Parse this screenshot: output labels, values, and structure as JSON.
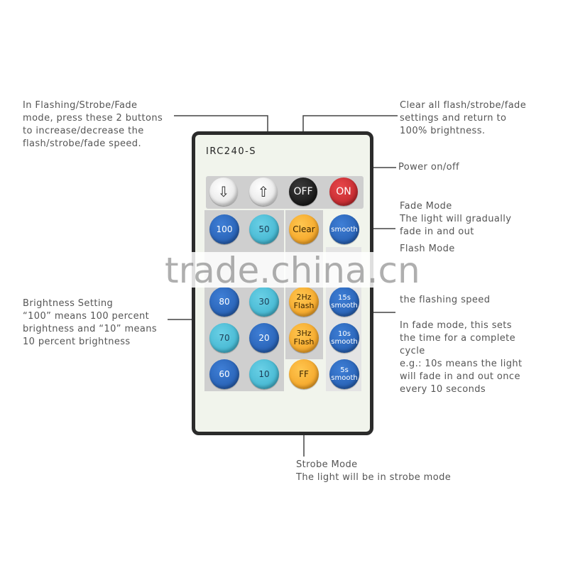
{
  "remote": {
    "model": "IRC240-S",
    "buttons": {
      "down": "⇩",
      "up": "⇧",
      "off": "OFF",
      "on": "ON",
      "b100": "100",
      "b50": "50",
      "b80": "80",
      "b30": "30",
      "b70": "70",
      "b20": "20",
      "b60": "60",
      "b10": "10",
      "clear": "Clear",
      "smooth": "smooth",
      "flash2": "2Hz\nFlash",
      "flash3": "3Hz\nFlash",
      "ff": "FF",
      "s15": "15s\nsmooth",
      "s10": "10s\nsmooth",
      "s5": "5s\nsmooth"
    },
    "colors": {
      "blue": "#2a68c0",
      "cyan": "#4fbfd8",
      "orange": "#f5ad2e",
      "red": "#d3272d",
      "black": "#1a1a1a"
    }
  },
  "annotations": {
    "speed": "In Flashing/Strobe/Fade\nmode, press these 2 buttons\nto increase/decrease the\nflash/strobe/fade speed.",
    "clear": "Clear all flash/strobe/fade\nsettings and return to\n100% brightness.",
    "power": "Power on/off",
    "fade": "Fade Mode\nThe light will gradually\nfade in and out",
    "flash_title": "Flash Mode",
    "flash_speed": "the flashing speed",
    "cycle": "In fade mode, this sets\nthe time for a complete\ncycle\ne.g.: 10s means the light\nwill fade in and out once\nevery 10 seconds",
    "brightness": "Brightness Setting\n“100” means 100 percent\nbrightness and “10” means\n10 percent brightness",
    "strobe": "Strobe Mode\nThe light will be in strobe mode"
  },
  "watermark": "trade.china.cn"
}
